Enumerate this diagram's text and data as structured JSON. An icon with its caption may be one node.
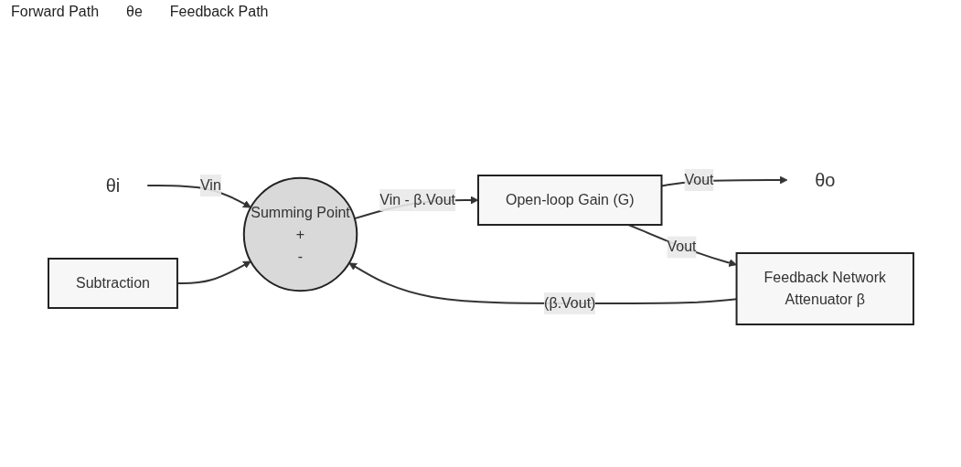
{
  "diagram": {
    "nodes": [
      {
        "text": [
          "θi"
        ]
      },
      {
        "text": [
          "Summing Point",
          "+",
          "-"
        ]
      },
      {
        "text": [
          "Open-loop Gain (G)"
        ]
      },
      {
        "text": [
          "θo"
        ]
      },
      {
        "text": [
          "Feedback Network",
          "Attenuator β"
        ]
      },
      {
        "text": [
          "Subtraction"
        ]
      }
    ],
    "edges": [
      {
        "from": 0,
        "to": 1,
        "arrow": "to",
        "label": "Vin"
      },
      {
        "from": 1,
        "to": 2,
        "arrow": "to",
        "label": "Vin - β.Vout"
      },
      {
        "from": 2,
        "to": 3,
        "arrow": "to",
        "label": "Vout"
      },
      {
        "from": 2,
        "to": 4,
        "arrow": "to",
        "label": "Vout"
      },
      {
        "from": 4,
        "to": 1,
        "arrow": "to",
        "label": "(β.Vout)"
      },
      {
        "from": 5,
        "to": 1,
        "arrow": "to"
      }
    ],
    "labels": [
      "Forward Path",
      "θe",
      "Feedback Path"
    ]
  }
}
